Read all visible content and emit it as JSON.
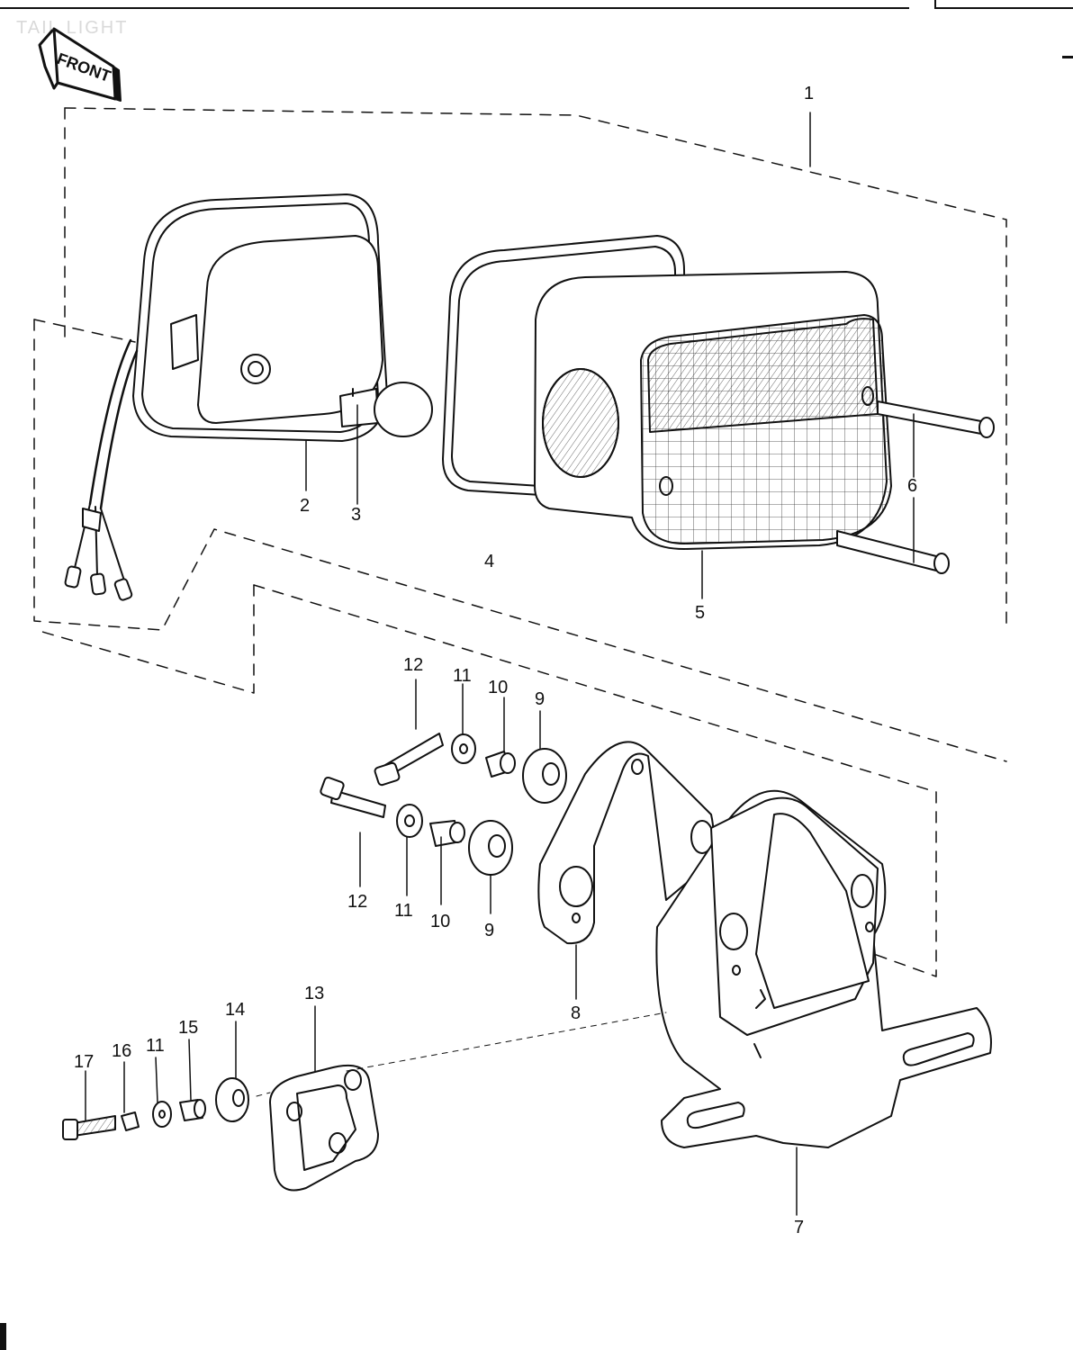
{
  "page": {
    "faded_title": "TAIL LIGHT",
    "front_label": "FRONT"
  },
  "callouts": [
    {
      "id": "c1",
      "text": "1"
    },
    {
      "id": "c2",
      "text": "2"
    },
    {
      "id": "c3",
      "text": "3"
    },
    {
      "id": "c4",
      "text": "4"
    },
    {
      "id": "c5",
      "text": "5"
    },
    {
      "id": "c6",
      "text": "6"
    },
    {
      "id": "c7",
      "text": "7"
    },
    {
      "id": "c8",
      "text": "8"
    },
    {
      "id": "c9a",
      "text": "9"
    },
    {
      "id": "c10a",
      "text": "10"
    },
    {
      "id": "c11a",
      "text": "11"
    },
    {
      "id": "c12a",
      "text": "12"
    },
    {
      "id": "c9b",
      "text": "9"
    },
    {
      "id": "c10b",
      "text": "10"
    },
    {
      "id": "c11b",
      "text": "11"
    },
    {
      "id": "c12b",
      "text": "12"
    },
    {
      "id": "c13",
      "text": "13"
    },
    {
      "id": "c14",
      "text": "14"
    },
    {
      "id": "c15",
      "text": "15"
    },
    {
      "id": "c11c",
      "text": "11"
    },
    {
      "id": "c16",
      "text": "16"
    },
    {
      "id": "c17",
      "text": "17"
    }
  ],
  "colors": {
    "ink": "#111111",
    "paper": "#ffffff",
    "faded": "#d9d9d9"
  }
}
